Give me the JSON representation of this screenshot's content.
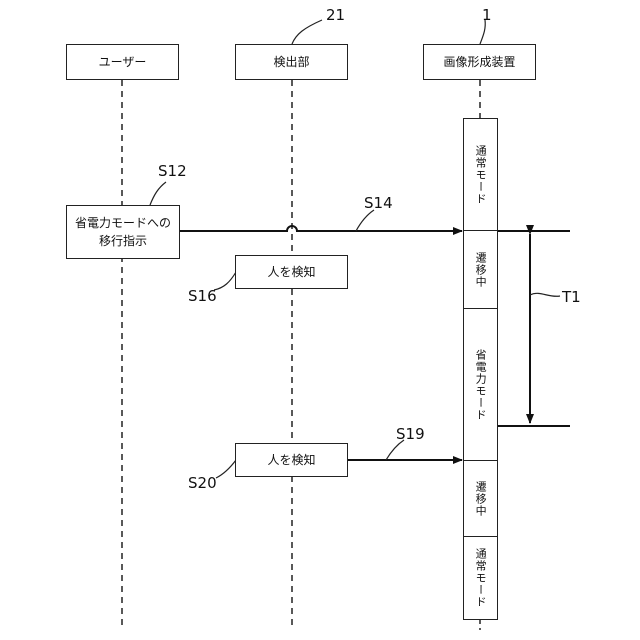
{
  "actors": {
    "user": "ユーザー",
    "detector": "検出部",
    "device": "画像形成装置"
  },
  "refs": {
    "detector": "21",
    "device": "1"
  },
  "steps": {
    "s12": {
      "id": "S12",
      "text": "省電力モードへの\n移行指示"
    },
    "s14": {
      "id": "S14"
    },
    "s16": {
      "id": "S16",
      "text": "人を検知"
    },
    "s19": {
      "id": "S19"
    },
    "s20": {
      "id": "S20",
      "text": "人を検知"
    }
  },
  "states": [
    "通常モード",
    "遷移中",
    "省電力モード",
    "遷移中",
    "通常モード"
  ],
  "period": {
    "id": "T1"
  }
}
